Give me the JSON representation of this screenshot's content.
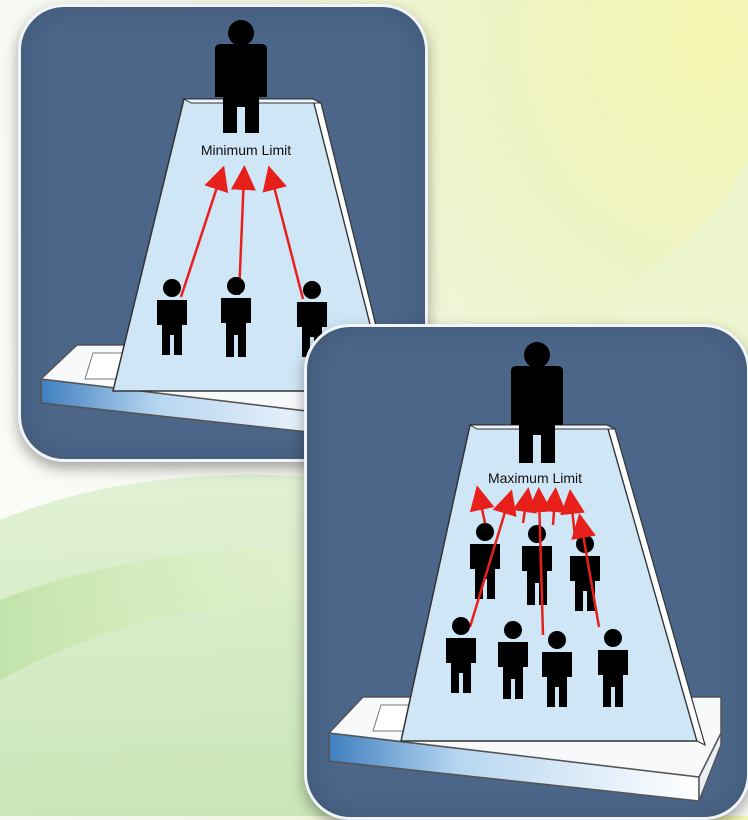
{
  "diagrams": [
    {
      "id": "minimum",
      "label": "Minimum Limit",
      "lower_figures": 3,
      "arrows": 3
    },
    {
      "id": "maximum",
      "label": "Maximum Limit",
      "lower_figures": 7,
      "arrows": 7
    }
  ],
  "colors": {
    "panel_background": "#4b6689",
    "pedestal_face": "#c9e4f5",
    "figure": "#000000",
    "arrow": "#e8201c",
    "base": "#ffffff"
  }
}
